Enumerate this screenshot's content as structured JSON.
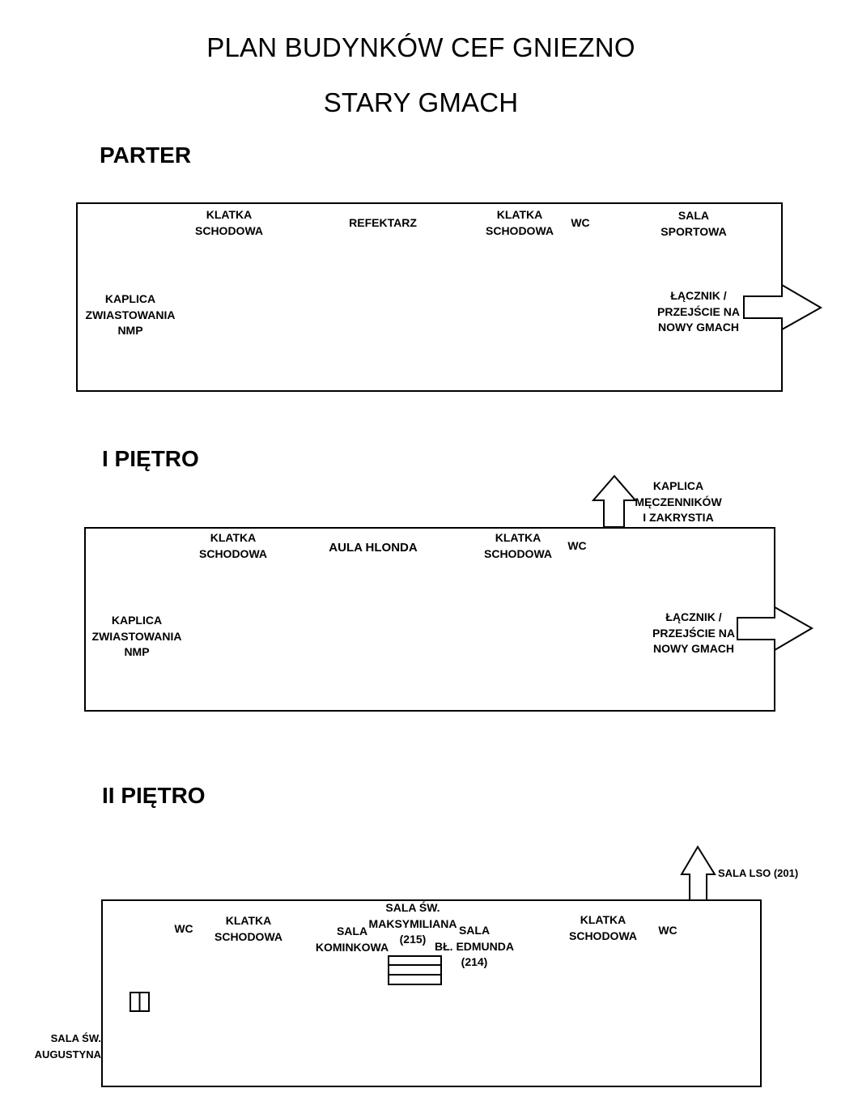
{
  "title": "PLAN BUDYNKÓW CEF GNIEZNO",
  "subtitle": "STARY GMACH",
  "parter": {
    "heading": "PARTER",
    "klatka_left": "KLATKA\nSCHODOWA",
    "refektarz": "REFEKTARZ",
    "klatka_right": "KLATKA\nSCHODOWA",
    "wc": "WC",
    "sala_sportowa": "SALA\nSPORTOWA",
    "kaplica": "KAPLICA\nZWIASTOWANIA\nNMP",
    "lacznik": "ŁĄCZNIK /\nPRZEJŚCIE NA\nNOWY GMACH"
  },
  "pietro1": {
    "heading": "I PIĘTRO",
    "kaplica_meczennikow": "KAPLICA\nMĘCZENNIKÓW\nI ZAKRYSTIA",
    "klatka_left": "KLATKA\nSCHODOWA",
    "aula": "AULA HLONDA",
    "klatka_right": "KLATKA\nSCHODOWA",
    "wc": "WC",
    "kaplica": "KAPLICA\nZWIASTOWANIA\nNMP",
    "lacznik": "ŁĄCZNIK /\nPRZEJŚCIE NA\nNOWY GMACH"
  },
  "pietro2": {
    "heading": "II PIĘTRO",
    "sala_lso": "SALA LSO (201)",
    "wc_left": "WC",
    "klatka_left": "KLATKA\nSCHODOWA",
    "sala_kominkowa": "SALA\nKOMINKOWA",
    "sala_maksymiliana": "SALA ŚW.\nMAKSYMILIANA\n(215)",
    "sala_edmunda": "SALA\nBŁ. EDMUNDA\n(214)",
    "klatka_right": "KLATKA\nSCHODOWA",
    "wc_right": "WC",
    "sala_augustyna": "SALA ŚW.\nAUGUSTYNA"
  }
}
